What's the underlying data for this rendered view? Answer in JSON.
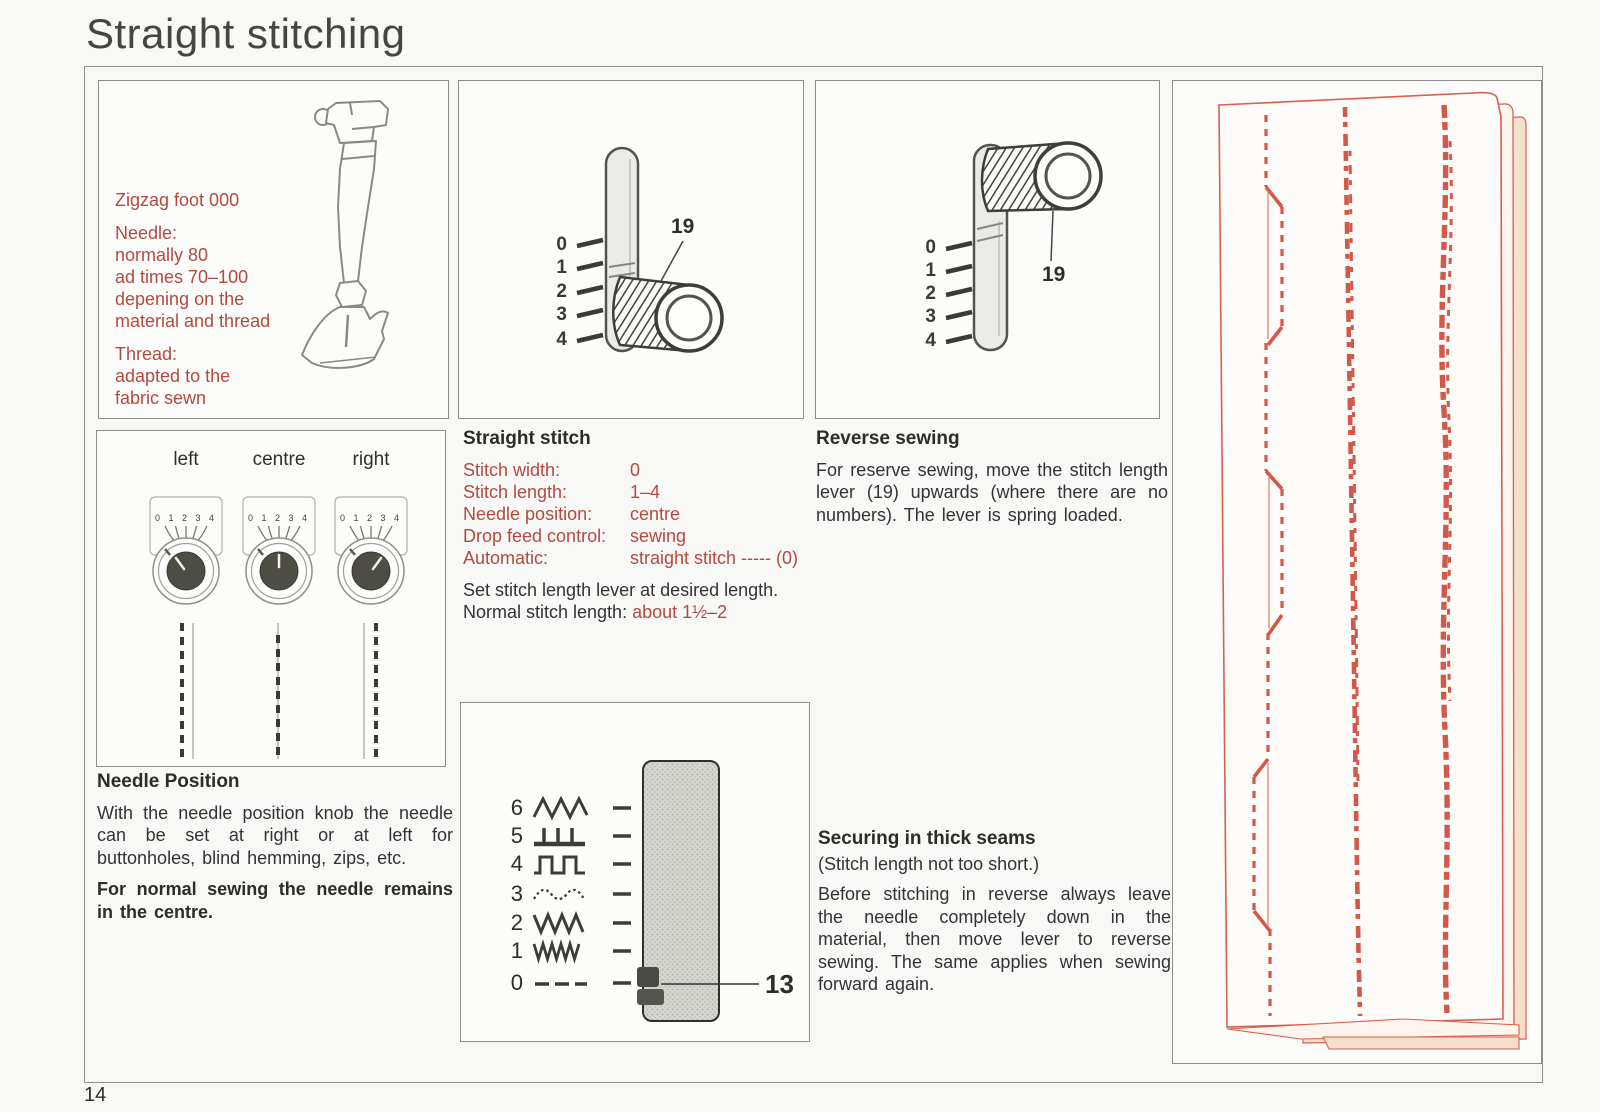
{
  "page": {
    "title": "Straight stitching",
    "page_number": "14"
  },
  "colors": {
    "red_text": "#b14b41",
    "red_illustration": "#d8604f",
    "peach": "#f5e0cd"
  },
  "foot_box": {
    "caption": "Zigzag foot 000",
    "needle_heading": "Needle:",
    "needle_lines": [
      "normally 80",
      "ad times 70–100",
      "depening on the",
      "material and thread"
    ],
    "thread_heading": "Thread:",
    "thread_lines": [
      "adapted to the",
      "fabric sewn"
    ]
  },
  "stitch_length_box": {
    "scale": [
      "0",
      "1",
      "2",
      "3",
      "4"
    ],
    "ref_label": "19"
  },
  "reverse_box": {
    "scale": [
      "0",
      "1",
      "2",
      "3",
      "4"
    ],
    "ref_label": "19"
  },
  "needle_position_box": {
    "columns": [
      "left",
      "centre",
      "right"
    ],
    "dial_scale": "0 1 2 3 4"
  },
  "straight_stitch": {
    "heading": "Straight stitch",
    "specs": [
      {
        "label": "Stitch width:",
        "value": "0"
      },
      {
        "label": "Stitch length:",
        "value": "1–4"
      },
      {
        "label": "Needle position:",
        "value": "centre"
      },
      {
        "label": "Drop feed control:",
        "value": "sewing"
      },
      {
        "label": "Automatic:",
        "value": "straight stitch ----- (0)"
      }
    ],
    "note_line1": "Set stitch length lever at desired length.",
    "note_line2_black": "Normal stitch length:",
    "note_line2_red": "about 1½–2"
  },
  "reverse_sewing": {
    "heading": "Reverse sewing",
    "body": "For reserve sewing, move the stitch length lever (19) upwards (where there are no numbers). The lever is spring loaded."
  },
  "needle_position": {
    "heading": "Needle Position",
    "body": "With the needle position knob the needle can be set at right or at left for buttonholes, blind hemming, zips, etc.",
    "bold_note": "For normal sewing the needle remains in the centre."
  },
  "selector_box": {
    "rows": [
      "6",
      "5",
      "4",
      "3",
      "2",
      "1",
      "0"
    ],
    "ref_label": "13"
  },
  "securing": {
    "heading": "Securing in thick seams",
    "subheading": "(Stitch length not too short.)",
    "body": "Before stitching in reverse always leave the needle completely down in the material, then move lever to reverse sewing. The same applies when sewing forward again."
  }
}
